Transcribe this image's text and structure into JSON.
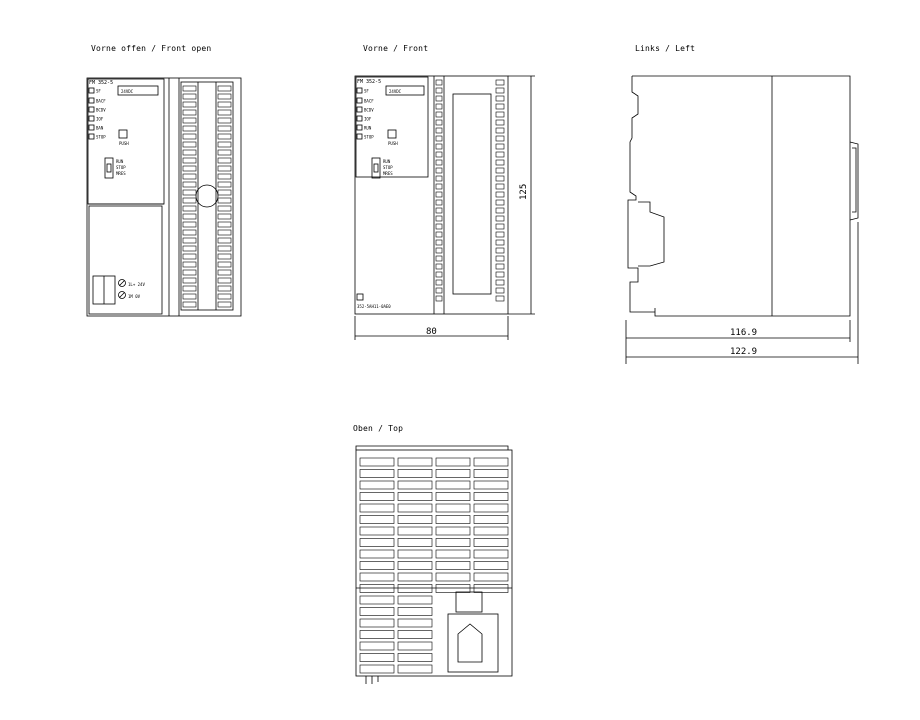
{
  "views": {
    "front_open": {
      "label": "Vorne offen / Front open",
      "module_name": "FM 352-5",
      "leds": [
        "SF",
        "BACF",
        "BCDV",
        "IOF",
        "BAN",
        "STOP"
      ],
      "display": "24VDC",
      "push_label": "PUSH",
      "switch_labels": [
        "RUN",
        "STOP",
        "MRES"
      ],
      "terminal_labels": [
        "1L+ 24V",
        "1M 0V"
      ]
    },
    "front": {
      "label": "Vorne / Front",
      "module_name": "FM 352-5",
      "leds": [
        "SF",
        "BACF",
        "BCDV",
        "IOF",
        "RUN",
        "STOP"
      ],
      "display": "24VDC",
      "push_label": "PUSH",
      "switch_labels": [
        "RUN",
        "STOP",
        "MRES"
      ],
      "order_number": "352-5AH11-0AE0",
      "width_dim": "80",
      "height_dim": "125"
    },
    "left": {
      "label": "Links / Left",
      "depth_dim_1": "116.9",
      "depth_dim_2": "122.9"
    },
    "top": {
      "label": "Oben / Top"
    }
  }
}
